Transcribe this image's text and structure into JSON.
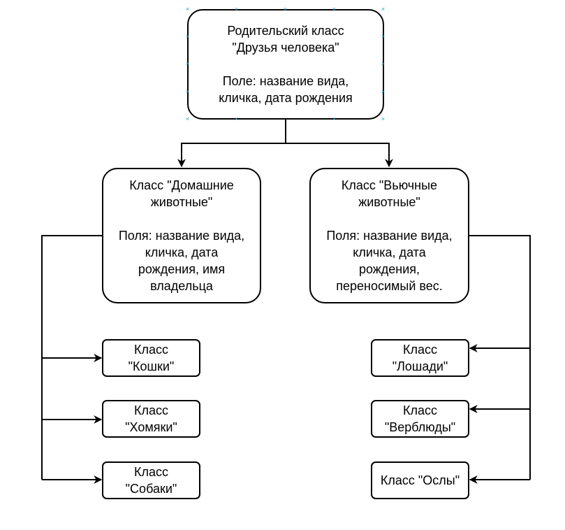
{
  "parent": {
    "title_lines": [
      "Родительский класс",
      "\"Друзья человека\""
    ],
    "field_lines": [
      "Поле: название вида,",
      "кличка, дата рождения"
    ]
  },
  "domestic": {
    "title_lines": [
      "Класс \"Домашние",
      "животные\""
    ],
    "field_lines": [
      "Поля: название вида,",
      "кличка, дата",
      "рождения, имя",
      "владельца"
    ]
  },
  "pack": {
    "title_lines": [
      "Класс \"Вьючные",
      "животные\""
    ],
    "field_lines": [
      "Поля: название вида,",
      "кличка, дата",
      "рождения,",
      "переносимый вес."
    ]
  },
  "cats": {
    "lines": [
      "Класс",
      "\"Кошки\""
    ]
  },
  "hamsters": {
    "lines": [
      "Класс",
      "\"Хомяки\""
    ]
  },
  "dogs": {
    "lines": [
      "Класс",
      "\"Собаки\""
    ]
  },
  "horses": {
    "lines": [
      "Класс",
      "\"Лошади\""
    ]
  },
  "camels": {
    "lines": [
      "Класс",
      "\"Верблюды\""
    ]
  },
  "donkeys": {
    "lines": [
      "Класс \"Ослы\""
    ]
  },
  "colors": {
    "stroke": "#000000",
    "background": "#ffffff",
    "selection_handle": "#29a3c7"
  }
}
